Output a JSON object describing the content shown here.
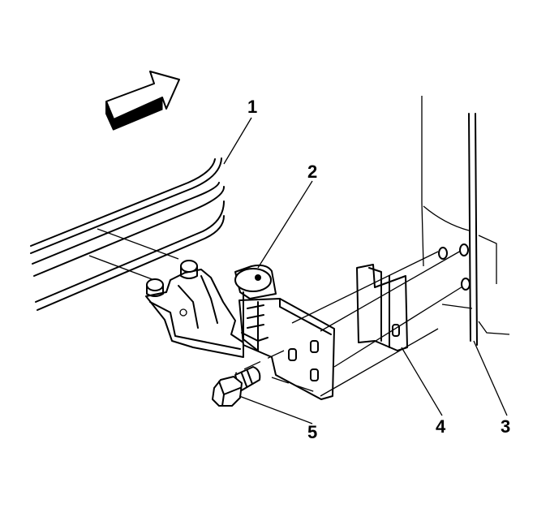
{
  "callouts": [
    {
      "id": "1",
      "label": "1"
    },
    {
      "id": "2",
      "label": "2"
    },
    {
      "id": "3",
      "label": "3"
    },
    {
      "id": "4",
      "label": "4"
    },
    {
      "id": "5",
      "label": "5"
    }
  ],
  "icons": {
    "direction_arrow": "forward-arrow-icon"
  }
}
